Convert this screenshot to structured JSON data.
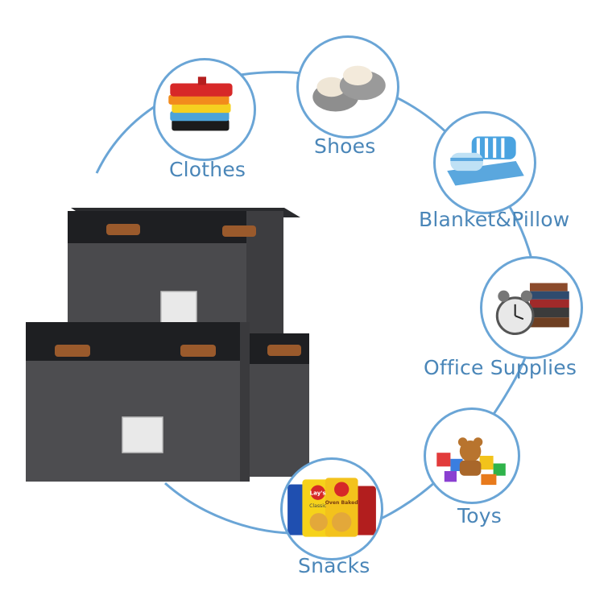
{
  "categories": [
    {
      "id": "clothes",
      "label": "Clothes",
      "icon": "folded-clothes-icon"
    },
    {
      "id": "shoes",
      "label": "Shoes",
      "icon": "slippers-icon"
    },
    {
      "id": "blanket",
      "label": "Blanket&Pillow",
      "icon": "blanket-pillow-icon"
    },
    {
      "id": "office",
      "label": "Office Supplies",
      "icon": "clock-books-icon"
    },
    {
      "id": "toys",
      "label": "Toys",
      "icon": "toy-blocks-icon"
    },
    {
      "id": "snacks",
      "label": "Snacks",
      "icon": "snack-bags-icon"
    }
  ],
  "snack_brands": [
    "Lay's",
    "Oven Baked",
    "Classic"
  ],
  "colors": {
    "accent": "#4a86b8",
    "ring": "#6aa5d6",
    "box_body": "#4a4a4d",
    "box_lid": "#1e1f22",
    "handle": "#9a5a2c"
  }
}
